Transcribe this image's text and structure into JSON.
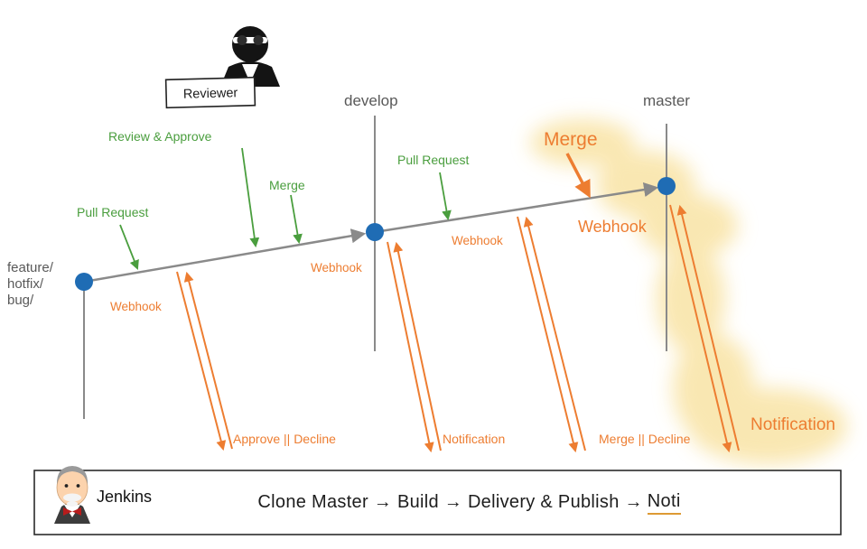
{
  "diagram": {
    "reviewer_label": "Reviewer",
    "branches": {
      "feature_line1": "feature/",
      "feature_line2": "hotfix/",
      "feature_line3": "bug/",
      "develop": "develop",
      "master": "master"
    },
    "green": {
      "pull_request_left": "Pull Request",
      "review_approve": "Review & Approve",
      "merge": "Merge",
      "pull_request_right": "Pull Request"
    },
    "orange": {
      "webhook_feature": "Webhook",
      "webhook_develop": "Webhook",
      "webhook_mid": "Webhook",
      "webhook_master": "Webhook",
      "merge_master": "Merge",
      "approve_decline": "Approve || Decline",
      "notification_develop": "Notification",
      "merge_decline": "Merge || Decline",
      "notification_master": "Notification"
    },
    "jenkins": {
      "name": "Jenkins",
      "pipeline": "Clone Master → Build → Delivery & Publish →",
      "pipeline_tail": "Noti"
    },
    "colors": {
      "green": "#4a9e3e",
      "orange": "#ed7d31",
      "blue": "#1f6cb4",
      "line_gray": "#8a8a8a",
      "highlight": "#f9e6ae"
    }
  }
}
